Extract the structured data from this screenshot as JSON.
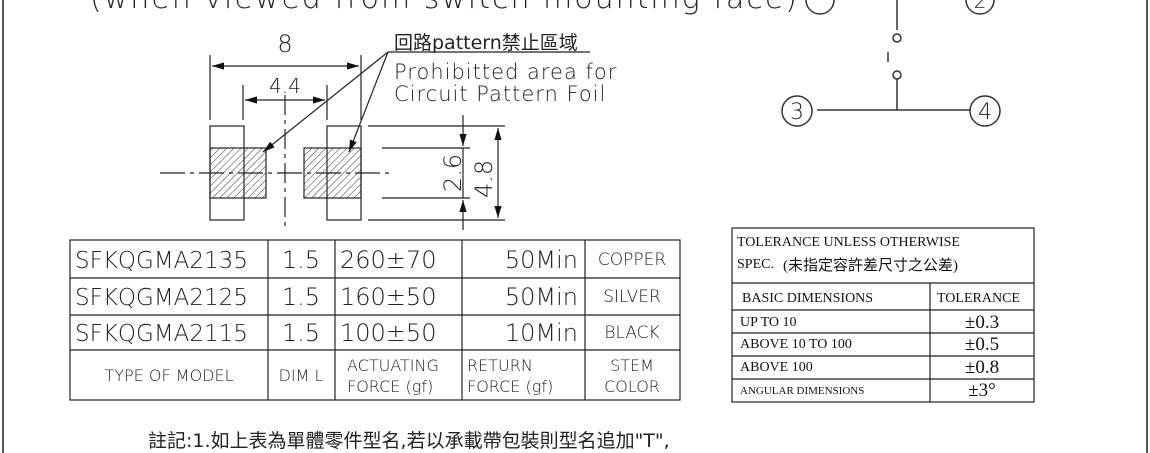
{
  "header": {
    "view_note": "(when viewed from switch mounting face)"
  },
  "schematic": {
    "pins": [
      "2",
      "3",
      "4"
    ]
  },
  "footprint": {
    "dim_width": "8",
    "dim_inner": "4.4",
    "dim_pad_height": "2.6",
    "dim_total_height": "4.8",
    "callout_cn": "回路pattern禁止區域",
    "callout_en_line1": "Prohibitted area for",
    "callout_en_line2": "Circuit Pattern Foil"
  },
  "model_table": {
    "rows": [
      {
        "model": "SFKQGMA2135",
        "dim_l": "1.5",
        "actuating": "260±70",
        "return": "50Min",
        "color": "COPPER"
      },
      {
        "model": "SFKQGMA2125",
        "dim_l": "1.5",
        "actuating": "160±50",
        "return": "50Min",
        "color": "SILVER"
      },
      {
        "model": "SFKQGMA2115",
        "dim_l": "1.5",
        "actuating": "100±50",
        "return": "10Min",
        "color": "BLACK"
      }
    ],
    "headers": {
      "model": "TYPE OF MODEL",
      "dim_l": "DIM L",
      "actuating_1": "ACTUATING",
      "actuating_2": "FORCE (gf)",
      "return_1": "RETURN",
      "return_2": "FORCE (gf)",
      "color_1": "STEM",
      "color_2": "COLOR"
    }
  },
  "tolerance_table": {
    "title_line1": "TOLERANCE UNLESS OTHERWISE",
    "title_line2": "SPEC.",
    "title_cn": "(未指定容許差尺寸之公差)",
    "col_basic": "BASIC DIMENSIONS",
    "col_tol": "TOLERANCE",
    "rows": [
      {
        "label": "UP TO 10",
        "value": "±0.3"
      },
      {
        "label": "ABOVE 10 TO 100",
        "value": "±0.5"
      },
      {
        "label": "ABOVE 100",
        "value": "±0.8"
      },
      {
        "label": "ANGULAR DIMENSIONS",
        "value": "±3°"
      }
    ]
  },
  "note": "註記:1.如上表為單體零件型名,若以承載帶包裝則型名追加\"T\","
}
